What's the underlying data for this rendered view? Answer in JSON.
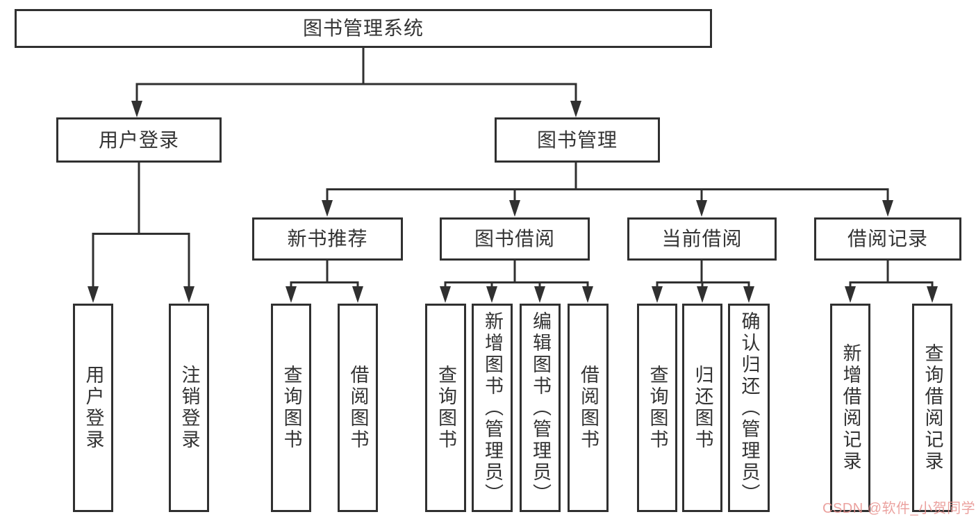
{
  "diagram": {
    "background": "#ffffff",
    "line_color": "#303030",
    "text_color": "#333333",
    "tree": {
      "label": "图书管理系统",
      "children": [
        {
          "label": "用户登录",
          "children": [
            {
              "label": "用户登录"
            },
            {
              "label": "注销登录"
            }
          ]
        },
        {
          "label": "图书管理",
          "children": [
            {
              "label": "新书推荐",
              "children": [
                {
                  "label": "查询图书"
                },
                {
                  "label": "借阅图书"
                }
              ]
            },
            {
              "label": "图书借阅",
              "children": [
                {
                  "label": "查询图书"
                },
                {
                  "label": "新增图书（管理员）"
                },
                {
                  "label": "编辑图书（管理员）"
                },
                {
                  "label": "借阅图书"
                }
              ]
            },
            {
              "label": "当前借阅",
              "children": [
                {
                  "label": "查询图书"
                },
                {
                  "label": "归还图书"
                },
                {
                  "label": "确认归还（管理员）"
                }
              ]
            },
            {
              "label": "借阅记录",
              "children": [
                {
                  "label": "新增借阅记录"
                },
                {
                  "label": "查询借阅记录"
                }
              ]
            }
          ]
        }
      ]
    },
    "watermark": {
      "text": "CSDN @软件_小贺同学",
      "color": "#e8928f"
    }
  }
}
